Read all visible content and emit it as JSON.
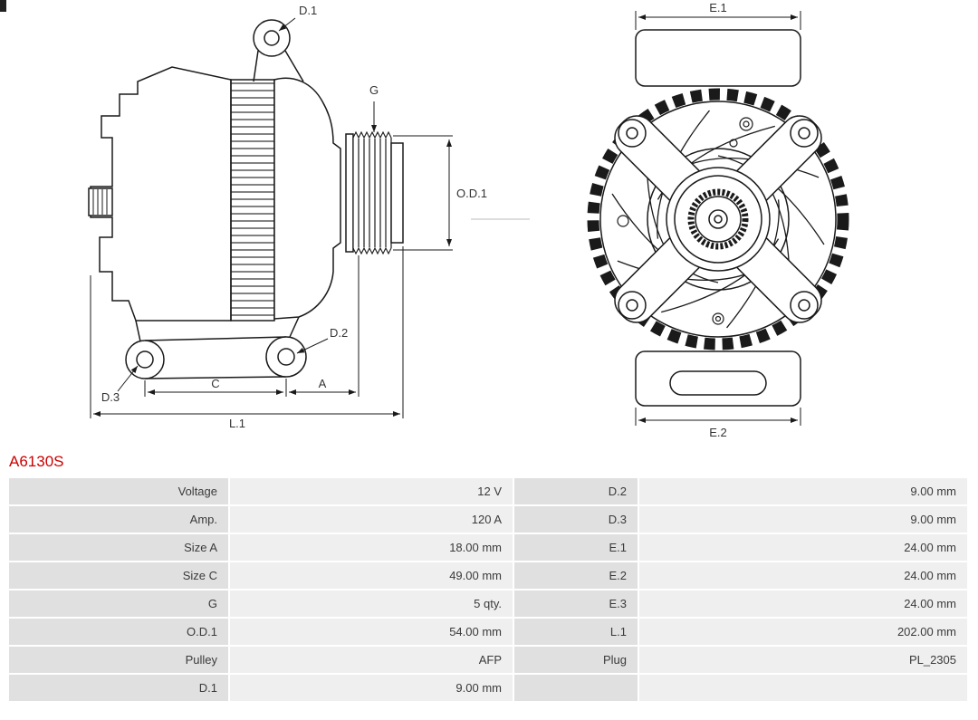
{
  "part_number": "A6130S",
  "brand_color": "#cc0000",
  "diagram": {
    "labels": {
      "d1": "D.1",
      "g": "G",
      "od1": "O.D.1",
      "e1": "E.1",
      "e2": "E.2",
      "d2": "D.2",
      "d3": "D.3",
      "c": "C",
      "a": "A",
      "l1": "L.1"
    }
  },
  "specs": {
    "rows": [
      {
        "label1": "Voltage",
        "value1": "12 V",
        "label2": "D.2",
        "value2": "9.00 mm"
      },
      {
        "label1": "Amp.",
        "value1": "120 A",
        "label2": "D.3",
        "value2": "9.00 mm"
      },
      {
        "label1": "Size A",
        "value1": "18.00 mm",
        "label2": "E.1",
        "value2": "24.00 mm"
      },
      {
        "label1": "Size C",
        "value1": "49.00 mm",
        "label2": "E.2",
        "value2": "24.00 mm"
      },
      {
        "label1": "G",
        "value1": "5 qty.",
        "label2": "E.3",
        "value2": "24.00 mm"
      },
      {
        "label1": "O.D.1",
        "value1": "54.00 mm",
        "label2": "L.1",
        "value2": "202.00 mm"
      },
      {
        "label1": "Pulley",
        "value1": "AFP",
        "label2": "Plug",
        "value2": "PL_2305"
      },
      {
        "label1": "D.1",
        "value1": "9.00 mm",
        "label2": "",
        "value2": ""
      }
    ]
  }
}
